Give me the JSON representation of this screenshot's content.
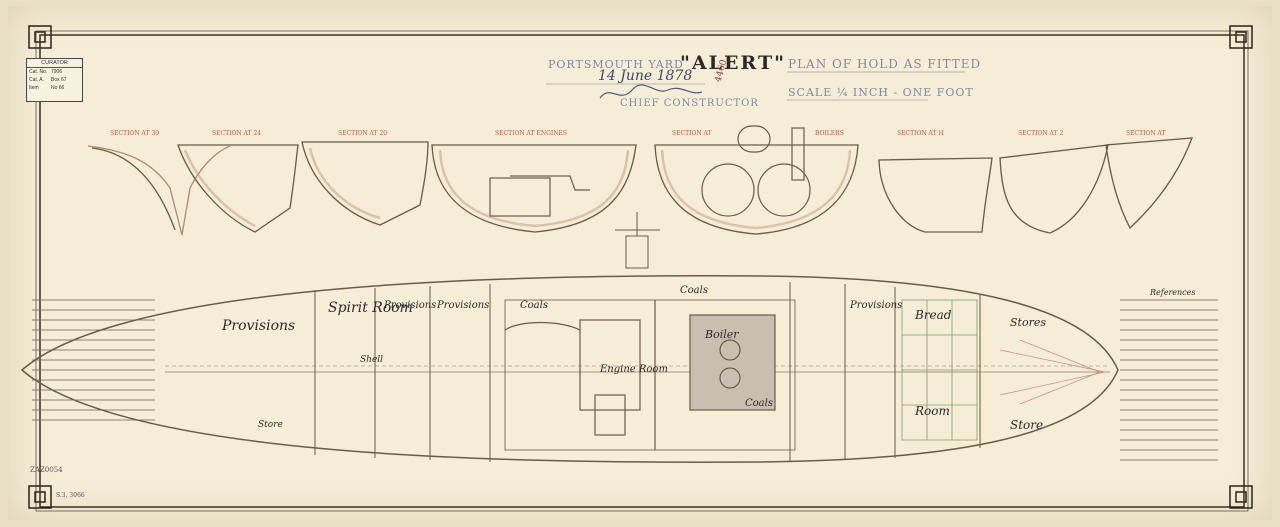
{
  "header": {
    "yard": "PORTSMOUTH YARD",
    "date": "14 June 1878",
    "ship_name": "\"ALERT\"",
    "plan_title": "PLAN OF HOLD AS FITTED",
    "scale": "SCALE ¼ INCH - ONE FOOT",
    "signatory": "CHIEF CONSTRUCTOR",
    "ref_number": "4460"
  },
  "stamp": {
    "title": "CURATOR",
    "rows": [
      {
        "label": "Cat. No.",
        "value": "7906"
      },
      {
        "label": "Cat. A.",
        "value": "Box 67"
      },
      {
        "label": "Item",
        "value": "No 66"
      }
    ]
  },
  "sections": [
    {
      "label": "SECTION AT 30"
    },
    {
      "label": "SECTION AT 24"
    },
    {
      "label": "SECTION AT 20"
    },
    {
      "label": "SECTION AT ENGINES"
    },
    {
      "label": "SECTION AT"
    },
    {
      "label": "BOILERS"
    },
    {
      "label": "SECTION AT H"
    },
    {
      "label": "SECTION AT 2"
    },
    {
      "label": "SECTION AT"
    }
  ],
  "plan_labels": {
    "provisions_fwd": "Provisions",
    "spirit_room": "Spirit Room",
    "provisions_a": "Provisions",
    "provisions_b": "Provisions",
    "coals_1": "Coals",
    "coals_2": "Coals",
    "coals_3": "Coals",
    "boiler": "Boiler",
    "engine_room": "Engine Room",
    "provisions_aft": "Provisions",
    "bread_room": "Bread",
    "bread_room_2": "Room",
    "stores": "Stores",
    "stores_aft": "Store",
    "spirit_store": "Store",
    "shot": "Shell"
  },
  "notes_left_title": "",
  "notes_right_title": "References",
  "catalogue_ref": "ZAZ0054",
  "catalogue_ref_2": "S.3. 3066"
}
